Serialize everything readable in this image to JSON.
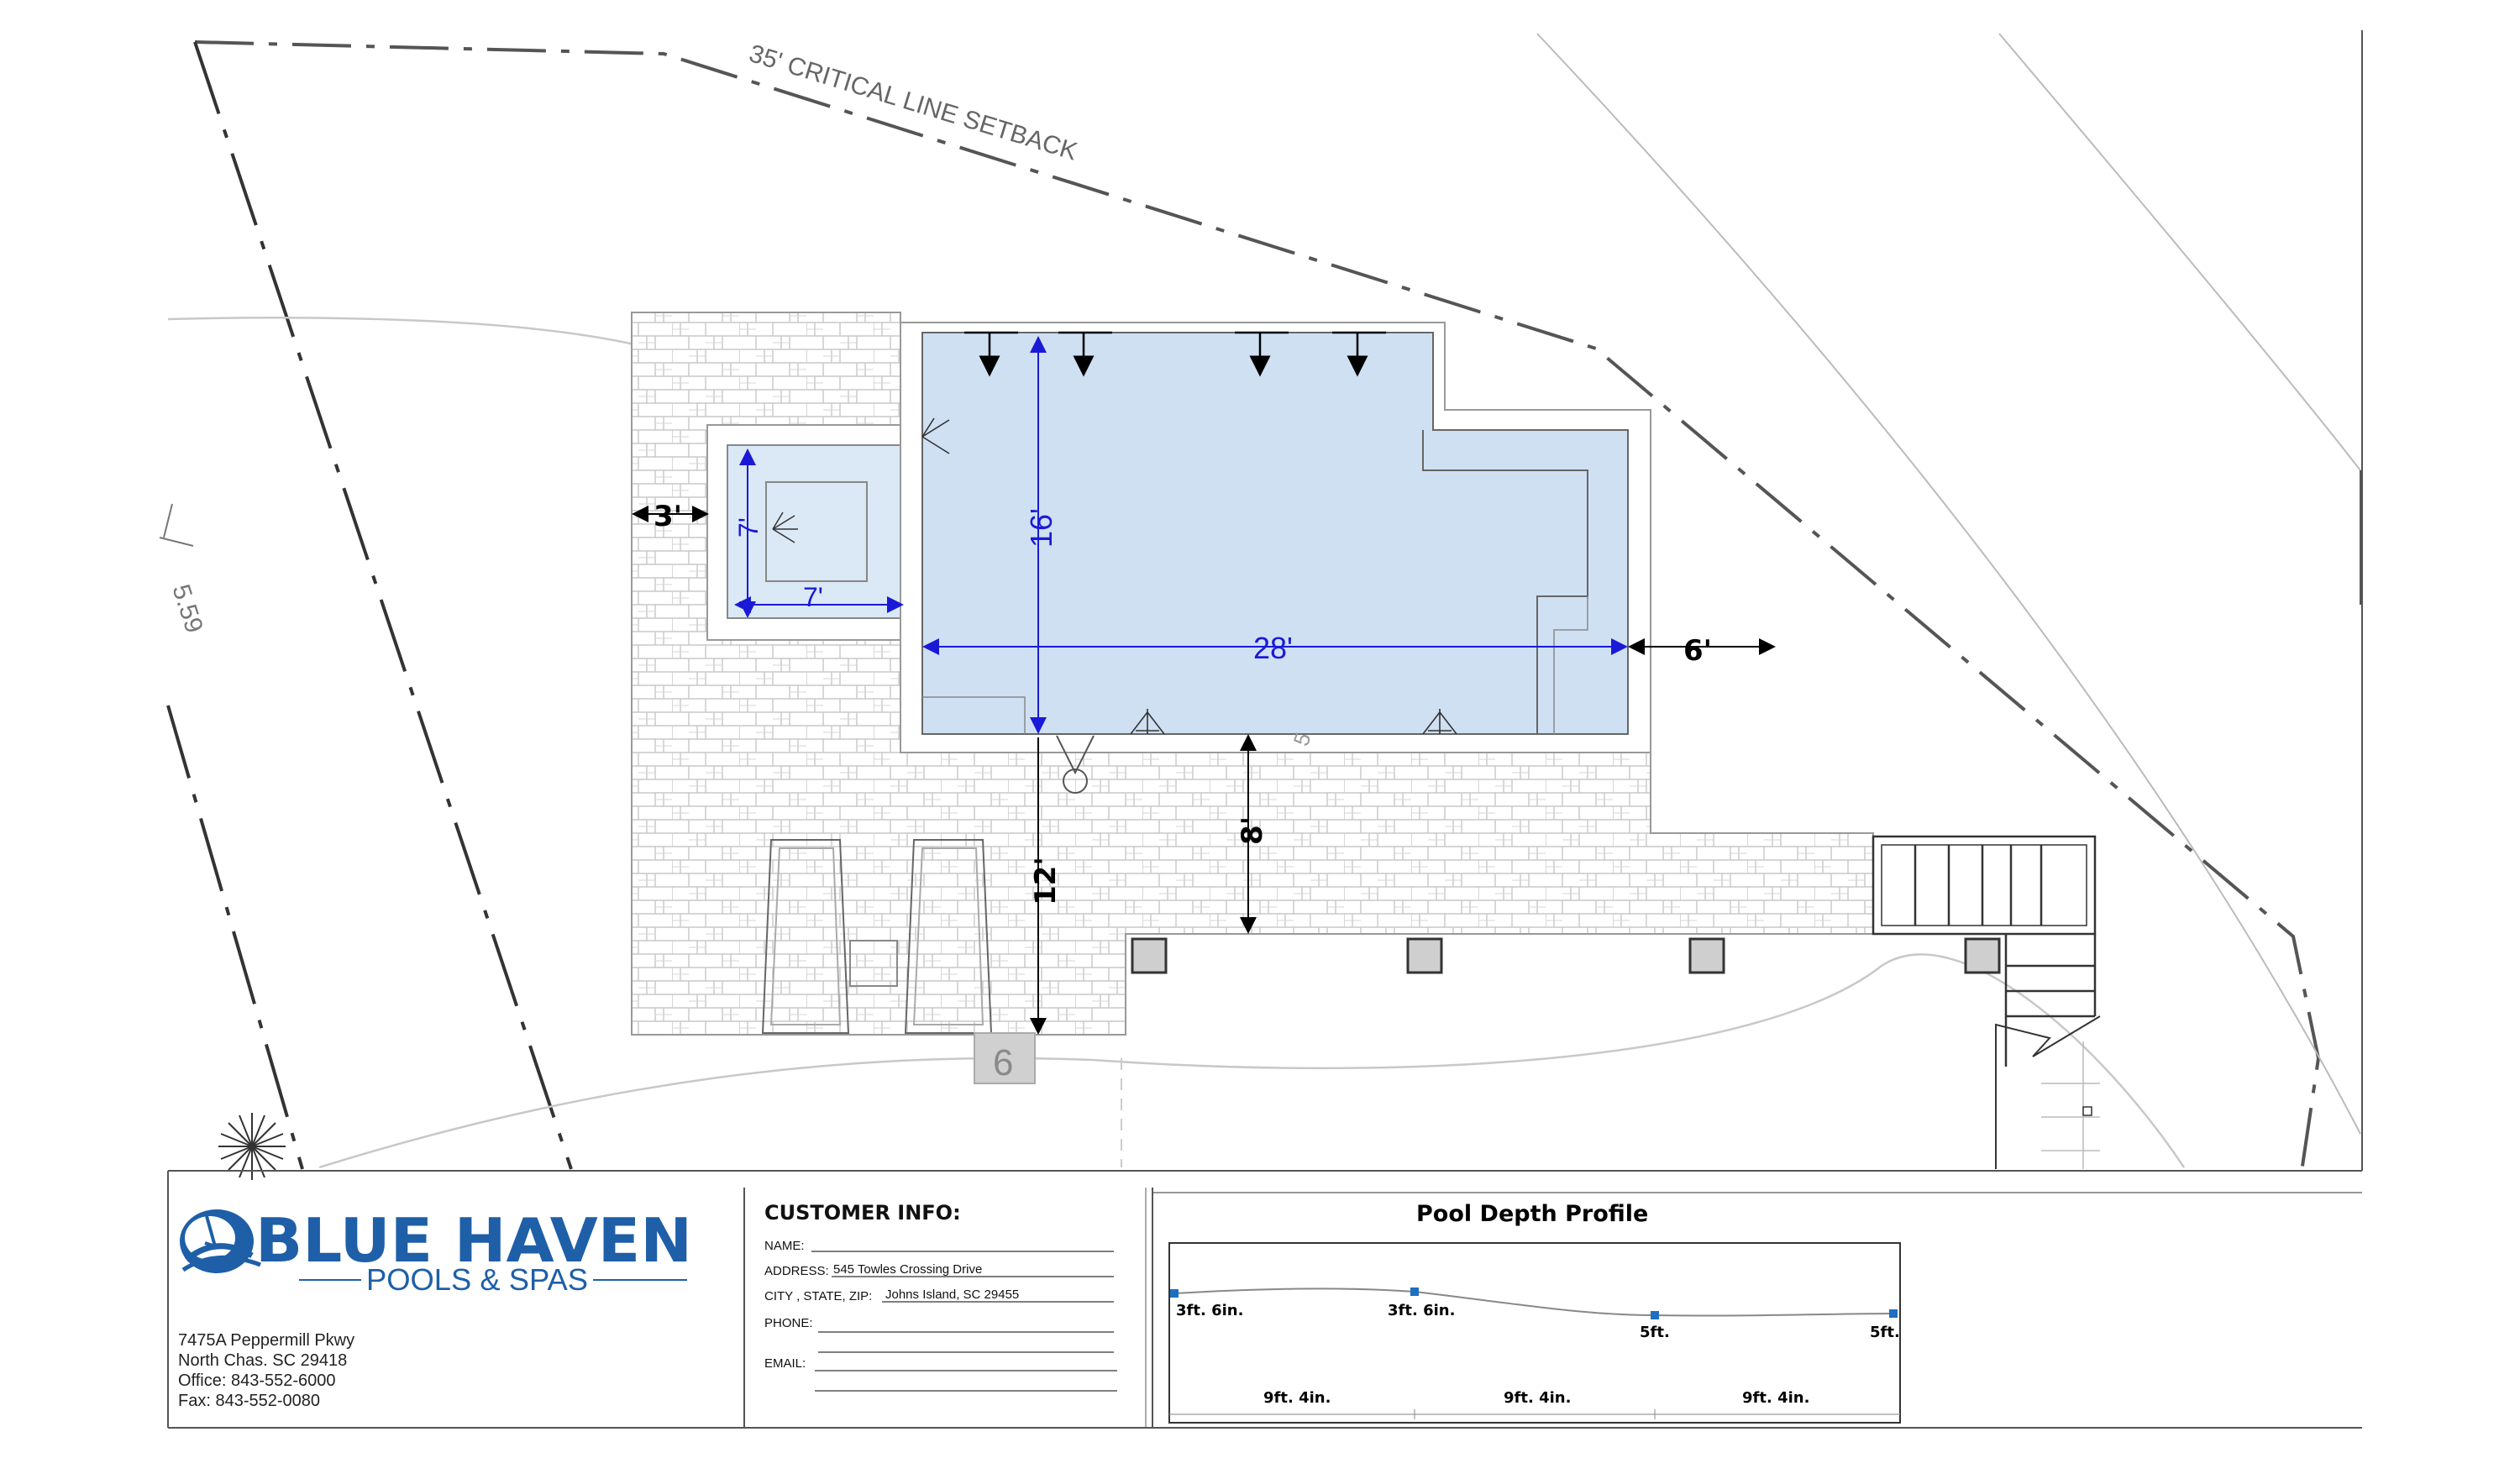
{
  "site": {
    "setback_label": "35' CRITICAL LINE SETBACK",
    "elevation_label": "5.59",
    "lot_number": "6",
    "contour_label": "5"
  },
  "dimensions": {
    "spa_width": "7'",
    "spa_length": "7'",
    "pool_width": "16'",
    "pool_length": "28'",
    "left_deck": "3'",
    "right_deck": "6'",
    "front_deck_left": "12'",
    "front_deck_right": "8'"
  },
  "colors": {
    "water": "#cfe0f2",
    "dimension_blue": "#1a1ad6",
    "paver_line": "#c4c4c4",
    "linework": "#555555",
    "logo_blue": "#1e5fa8"
  },
  "title_block": {
    "brand_name": "BLUE HAVEN",
    "brand_sub": "POOLS & SPAS",
    "address_lines": [
      "7475A Peppermill Pkwy",
      "North Chas. SC 29418",
      "Office: 843-552-6000",
      "Fax: 843-552-0080"
    ],
    "customer_info": {
      "heading": "CUSTOMER INFO:",
      "fields": [
        {
          "label": "NAME:",
          "value": ""
        },
        {
          "label": "ADDRESS:",
          "value": "545 Towles Crossing Drive"
        },
        {
          "label": "CITY , STATE, ZIP:",
          "value": "Johns Island, SC 29455"
        },
        {
          "label": "PHONE:",
          "value": ""
        },
        {
          "label": "EMAIL:",
          "value": ""
        }
      ]
    },
    "depth_profile": {
      "title": "Pool Depth Profile",
      "depths": [
        "3ft. 6in.",
        "3ft. 6in.",
        "5ft.",
        "5ft."
      ],
      "lengths": [
        "9ft. 4in.",
        "9ft. 4in.",
        "9ft. 4in."
      ]
    }
  }
}
